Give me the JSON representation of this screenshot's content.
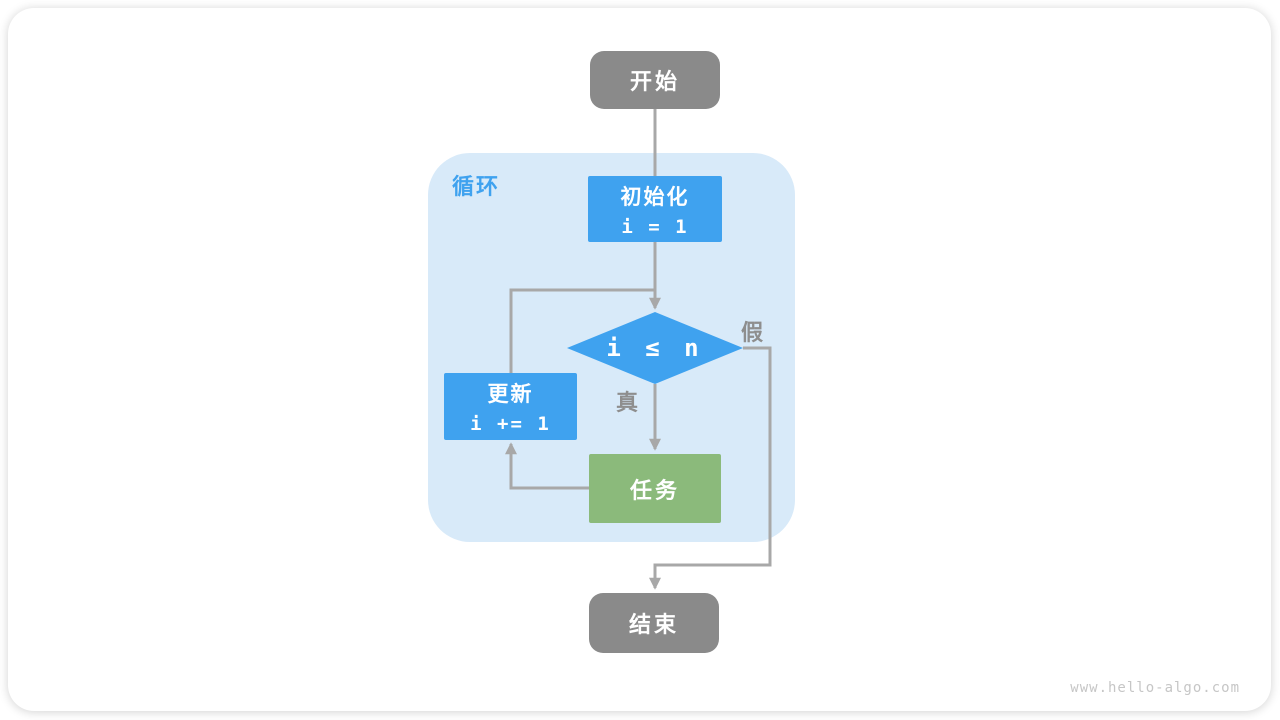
{
  "diagram": {
    "loop_label": "循环",
    "nodes": {
      "start": {
        "label": "开始"
      },
      "init": {
        "title": "初始化",
        "code": "i = 1"
      },
      "condition": {
        "label": "i ≤ n"
      },
      "update": {
        "title": "更新",
        "code": "i += 1"
      },
      "task": {
        "label": "任务"
      },
      "end": {
        "label": "结束"
      }
    },
    "edge_labels": {
      "true": "真",
      "false": "假"
    },
    "colors": {
      "node_gray": "#8A8A8A",
      "node_blue": "#3FA2EF",
      "node_green": "#8BBA7B",
      "loop_background": "#D8EAF9",
      "connector_line": "#A8A8A8",
      "edge_label_text": "#8E8E8E",
      "loop_label_text": "#3FA2EF"
    }
  },
  "page": {
    "watermark": "www.hello-algo.com"
  }
}
